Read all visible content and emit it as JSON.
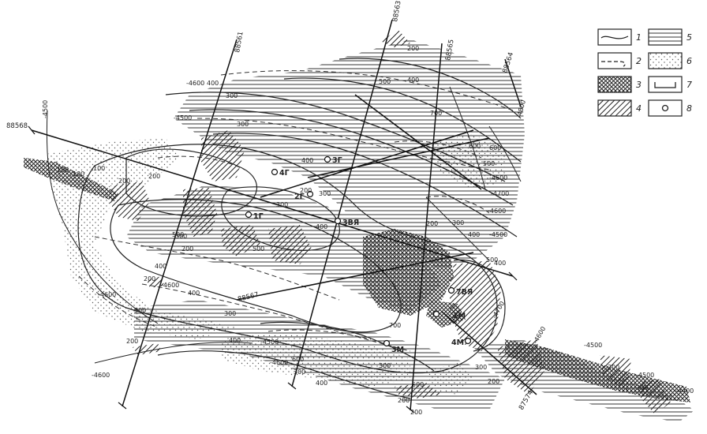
{
  "profiles": [
    {
      "id": "88568",
      "label": "88568"
    },
    {
      "id": "88561",
      "label": "88561"
    },
    {
      "id": "88563",
      "label": "88563"
    },
    {
      "id": "88565",
      "label": "88565"
    },
    {
      "id": "88564",
      "label": "88564"
    },
    {
      "id": "88567",
      "label": "88567"
    },
    {
      "id": "87574",
      "label": "87574"
    }
  ],
  "wells": [
    "4Г",
    "3Г",
    "2Г",
    "1Г",
    "3ВЯ",
    "7ВЯ",
    "1М",
    "3М",
    "4М"
  ],
  "isolines_depth": [
    "-4500",
    "-4600",
    "-4600",
    "-4500",
    "-4800",
    "-4600",
    "-4700",
    "-4600",
    "-4500",
    "-4700",
    "-4600",
    "-4500",
    "-4400",
    "-4600",
    "-4500",
    "-4600",
    "-4600",
    "-4500"
  ],
  "isolines_thickness": [
    "100",
    "100",
    "200",
    "300",
    "400",
    "500",
    "600",
    "700",
    "400",
    "300",
    "200",
    "500",
    "400",
    "300",
    "200",
    "200",
    "300",
    "400",
    "500",
    "400",
    "300",
    "200",
    "100",
    "200",
    "300",
    "200",
    "300",
    "400",
    "600",
    "500",
    "400",
    "300",
    "200",
    "400",
    "500",
    "600",
    "700",
    "300",
    "200",
    "200",
    "300",
    "400",
    "500",
    "300",
    "200",
    "200",
    "300",
    "400"
  ],
  "legend": [
    {
      "num": "1",
      "symbol": "solid-line"
    },
    {
      "num": "2",
      "symbol": "dashed-line"
    },
    {
      "num": "3",
      "symbol": "crosshatch"
    },
    {
      "num": "4",
      "symbol": "diagonal-hatch"
    },
    {
      "num": "5",
      "symbol": "horizontal-hatch"
    },
    {
      "num": "6",
      "symbol": "dots"
    },
    {
      "num": "7",
      "symbol": "bracket"
    },
    {
      "num": "8",
      "symbol": "circle"
    }
  ]
}
